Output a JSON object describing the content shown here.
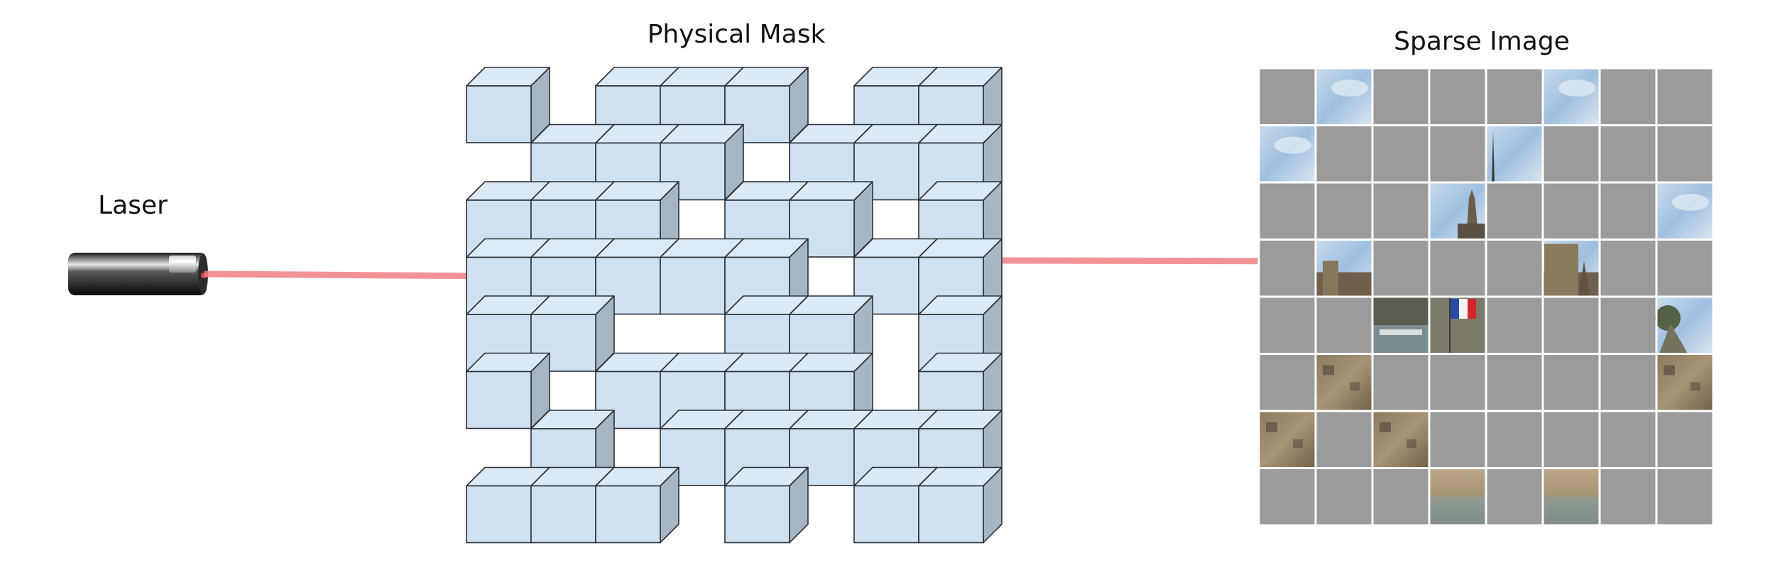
{
  "labels": {
    "laser": "Laser",
    "mask": "Physical Mask",
    "sparse": "Sparse Image"
  },
  "colors": {
    "cube_front": "#cfe1f1",
    "cube_top": "#dce9f6",
    "cube_side": "#a5b5c3",
    "cube_stroke": "#2b2f33",
    "beam": "#f07f85",
    "gray_cell": "#9b9b9b",
    "grid_line": "#ffffff"
  },
  "mask": {
    "rows": [
      [
        1,
        0,
        1,
        1,
        1,
        0,
        1,
        1
      ],
      [
        0,
        1,
        1,
        1,
        0,
        1,
        1,
        1
      ],
      [
        1,
        1,
        1,
        0,
        1,
        1,
        0,
        1
      ],
      [
        1,
        1,
        1,
        1,
        1,
        0,
        1,
        1
      ],
      [
        1,
        1,
        0,
        0,
        1,
        1,
        0,
        1
      ],
      [
        1,
        0,
        1,
        1,
        1,
        1,
        0,
        1
      ],
      [
        0,
        1,
        0,
        1,
        1,
        1,
        1,
        1
      ],
      [
        1,
        1,
        1,
        0,
        1,
        0,
        1,
        1
      ]
    ]
  },
  "sparse_image": {
    "cells": [
      [
        "gray",
        "sky",
        "gray",
        "gray",
        "gray",
        "sky",
        "gray",
        "gray"
      ],
      [
        "sky",
        "gray",
        "gray",
        "gray",
        "spire",
        "gray",
        "gray",
        "gray"
      ],
      [
        "gray",
        "gray",
        "gray",
        "tower",
        "gray",
        "gray",
        "gray",
        "sky"
      ],
      [
        "gray",
        "wall",
        "gray",
        "gray",
        "gray",
        "castle",
        "gray",
        "gray"
      ],
      [
        "gray",
        "gray",
        "rooftop",
        "flag",
        "gray",
        "gray",
        "gray",
        "tree"
      ],
      [
        "gray",
        "stone",
        "gray",
        "gray",
        "gray",
        "gray",
        "gray",
        "stone"
      ],
      [
        "stone",
        "gray",
        "stone",
        "gray",
        "gray",
        "gray",
        "gray",
        "gray"
      ],
      [
        "gray",
        "gray",
        "gray",
        "sand",
        "gray",
        "sand",
        "gray",
        "gray"
      ]
    ]
  }
}
